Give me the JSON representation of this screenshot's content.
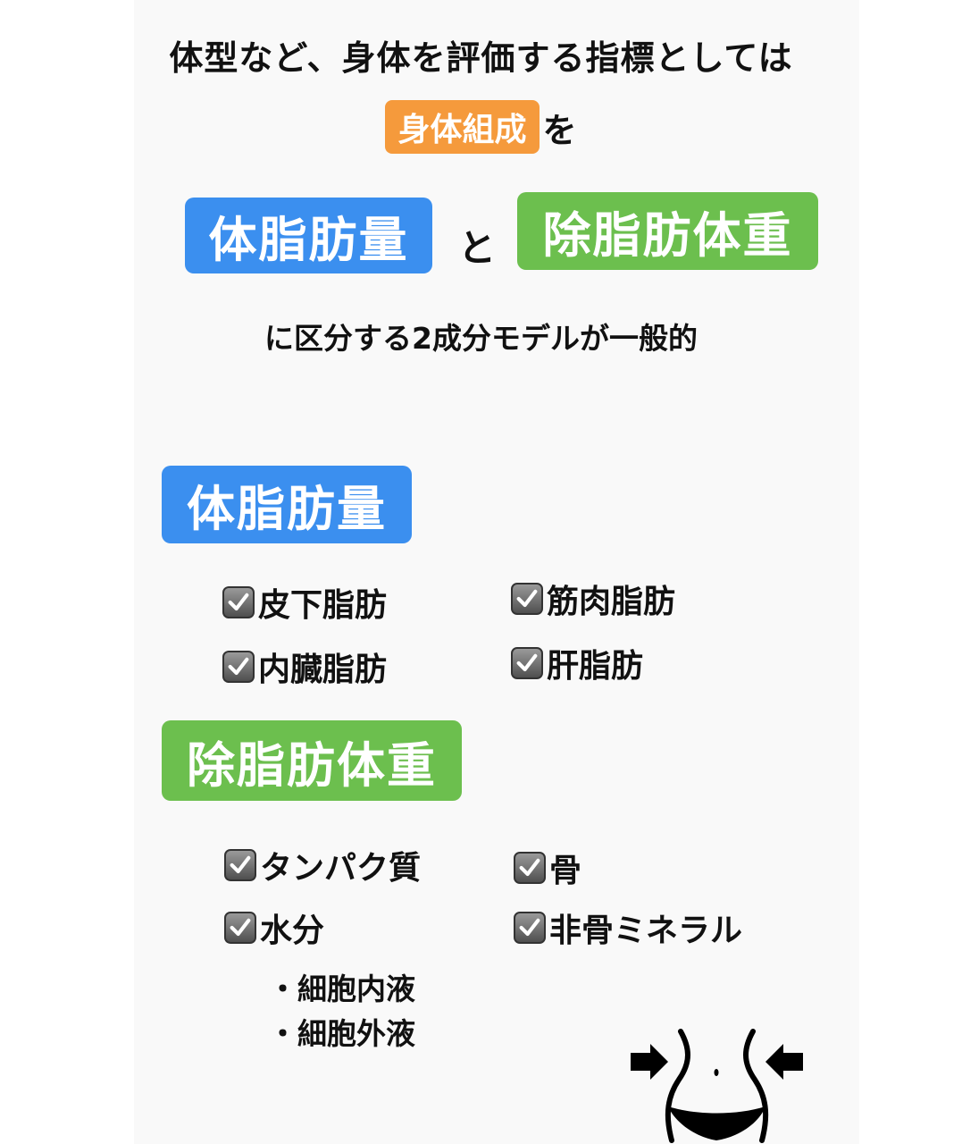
{
  "headline": "体型など、身体を評価する指標としては",
  "line2": {
    "tag": "身体組成",
    "suffix": "を"
  },
  "compare": {
    "left": "体脂肪量",
    "conj": "と",
    "right": "除脂肪体重"
  },
  "subline": "に区分する2成分モデルが一般的",
  "fat_section": {
    "title": "体脂肪量",
    "items": [
      "皮下脂肪",
      "筋肉脂肪",
      "内臓脂肪",
      "肝脂肪"
    ]
  },
  "lean_section": {
    "title": "除脂肪体重",
    "items": [
      "タンパク質",
      "骨",
      "水分",
      "非骨ミネラル"
    ],
    "water_sub": [
      "・細胞内液",
      "・細胞外液"
    ]
  },
  "colors": {
    "blue": "#3b8fef",
    "green": "#6cbf4e",
    "orange": "#f59a3c"
  },
  "icons": {
    "check": "checkbox-checked-icon",
    "waist": "waist-squeeze-icon"
  }
}
